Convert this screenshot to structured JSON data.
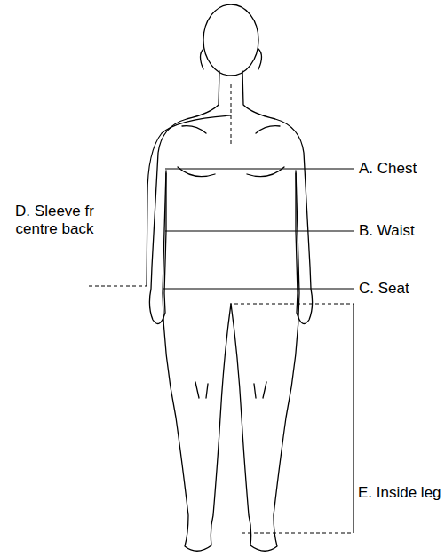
{
  "diagram": {
    "labels": [
      "A. Chest",
      "B. Waist",
      "C. Seat",
      "D. Sleeve fr centre back",
      "E. Inside leg"
    ]
  }
}
